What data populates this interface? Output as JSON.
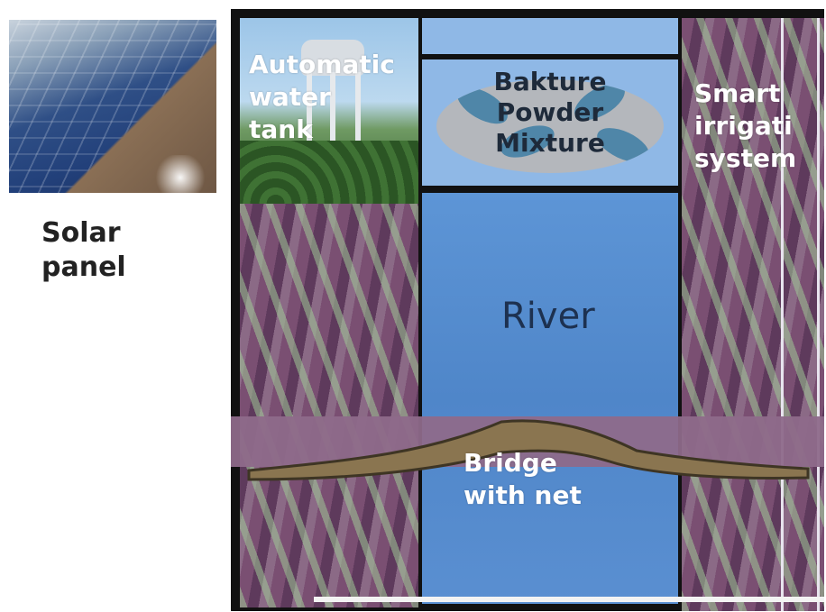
{
  "solar": {
    "label": "Solar\npanel",
    "icon": "solar-panel-photo"
  },
  "diagram": {
    "tank_label": "Automatic\nwater\ntank",
    "bakture_label": "Bakture\nPowder\nMixture",
    "smart_label": "Smart\nirrigati\nsystem",
    "river_label": "River",
    "bridge_label": "Bridge\nwith net"
  },
  "colors": {
    "river": "#4f86c9",
    "panel_blue": "#8fb8e6",
    "field_purple": "#7a4f72",
    "bridge_tan": "#8a7550"
  }
}
